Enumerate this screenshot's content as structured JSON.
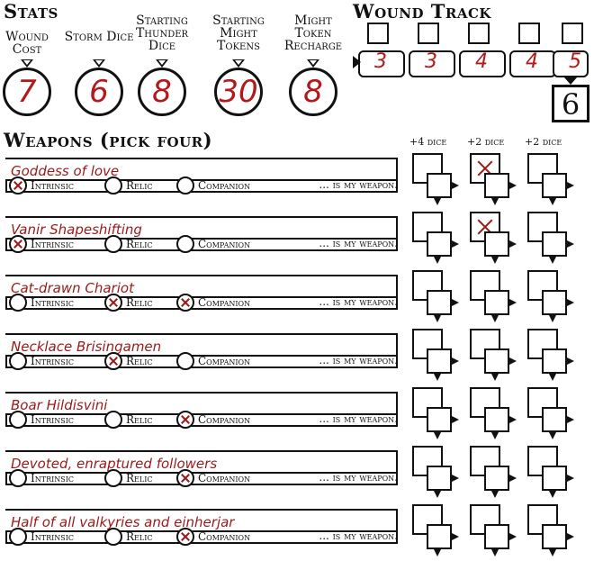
{
  "stats": {
    "title": "Stats",
    "items": [
      {
        "label": "Wound Cost",
        "value": "7"
      },
      {
        "label": "Storm Dice",
        "value": "6"
      },
      {
        "label": "Starting Thunder Dice",
        "value": "8"
      },
      {
        "label": "Starting Might Tokens",
        "value": "30"
      },
      {
        "label": "Might Token Recharge",
        "value": "8"
      }
    ]
  },
  "wound_track": {
    "title": "Wound Track",
    "values": [
      "3",
      "3",
      "4",
      "4",
      "5"
    ],
    "final": "6"
  },
  "weapons": {
    "title": "Weapons (pick four)",
    "dice_headers": [
      "+4 dice",
      "+2 dice",
      "+2 dice"
    ],
    "option_labels": [
      "Intrinsic",
      "Relic",
      "Companion"
    ],
    "suffix": "... is my weapon.",
    "rows": [
      {
        "name": "Goddess of love",
        "marks": [
          true,
          false,
          false
        ],
        "dice_checked": [
          false,
          true,
          false
        ]
      },
      {
        "name": "Vanir Shapeshifting",
        "marks": [
          true,
          false,
          false
        ],
        "dice_checked": [
          false,
          true,
          false
        ]
      },
      {
        "name": "Cat-drawn Chariot",
        "marks": [
          false,
          true,
          true
        ],
        "dice_checked": [
          false,
          false,
          false
        ]
      },
      {
        "name": "Necklace Brisingamen",
        "marks": [
          false,
          true,
          false
        ],
        "dice_checked": [
          false,
          false,
          false
        ]
      },
      {
        "name": "Boar Hildisvini",
        "marks": [
          false,
          false,
          true
        ],
        "dice_checked": [
          false,
          false,
          false
        ]
      },
      {
        "name": "Devoted, enraptured followers",
        "marks": [
          false,
          false,
          true
        ],
        "dice_checked": [
          false,
          false,
          false
        ]
      },
      {
        "name": "Half of all valkyries and einherjar",
        "marks": [
          false,
          false,
          true
        ],
        "dice_checked": [
          false,
          false,
          false
        ]
      }
    ]
  }
}
